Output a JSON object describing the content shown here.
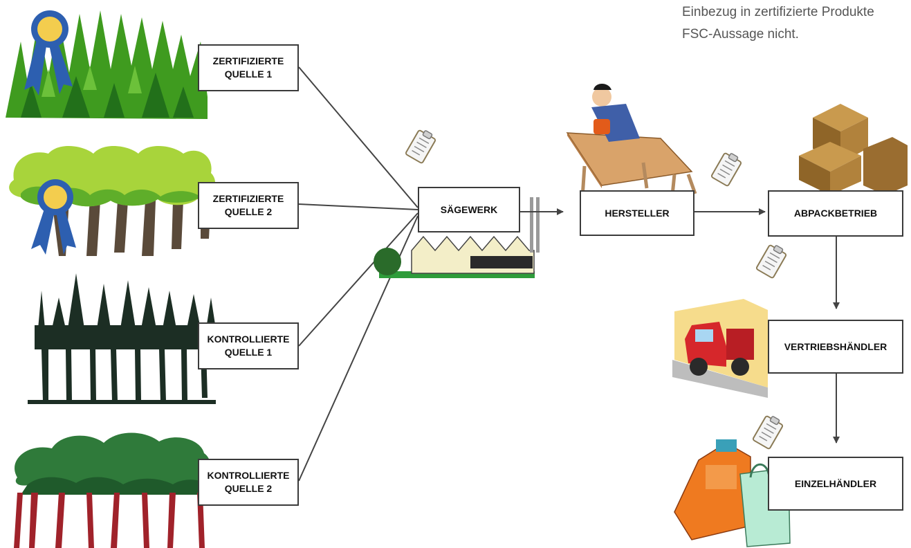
{
  "note": {
    "line1": "Einbezug in zertifizierte Produkte",
    "line2": "FSC-Aussage nicht."
  },
  "nodes": {
    "cert_source_1": "ZERTIFIZIERTE\nQUELLE 1",
    "cert_source_2": "ZERTIFIZIERTE\nQUELLE 2",
    "ctrl_source_1": "KONTROLLIERTE\nQUELLE 1",
    "ctrl_source_2": "KONTROLLIERTE\nQUELLE 2",
    "sawmill": "SÄGEWERK",
    "manufacturer": "HERSTELLER",
    "packer": "ABPACKBETRIEB",
    "distributor": "VERTRIEBSHÄNDLER",
    "retailer": "EINZELHÄNDLER"
  },
  "icons": [
    "certified-forest-icon",
    "award-ribbon-icon",
    "certified-grove-icon",
    "controlled-conifer-forest-icon",
    "controlled-pine-forest-icon",
    "clipboard-icon",
    "sawmill-factory-icon",
    "carpenter-icon",
    "cardboard-boxes-icon",
    "delivery-truck-icon",
    "cash-register-icon",
    "shopping-bag-icon"
  ],
  "colors": {
    "line": "#444444",
    "box_border": "#3a3a3a",
    "forest_green": "#3f9b1f",
    "grove_green": "#a8d43b",
    "dark_forest": "#1c2e24",
    "pine_green": "#2f7a3a",
    "ribbon_blue": "#2d5fb0",
    "ribbon_gold": "#f3cd4e"
  }
}
